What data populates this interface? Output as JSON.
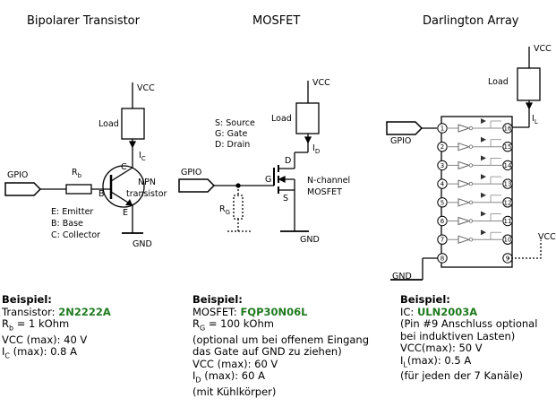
{
  "sections": [
    {
      "title": "Bipolarer Transistor",
      "labels": {
        "vcc": "VCC",
        "load": "Load",
        "gpio": "GPIO",
        "gnd": "GND",
        "rb": "R",
        "rb_sub": "b",
        "ic": "I",
        "ic_sub": "C",
        "pin_b": "B",
        "pin_c": "C",
        "pin_e": "E",
        "type1": "NPN",
        "type2": "transistor"
      },
      "legend": [
        "E: Emitter",
        "B: Base",
        "C: Collector"
      ],
      "desc": {
        "heading": "Beispiel:",
        "part_label": "Transistor: ",
        "part": "2N2222A",
        "lines": [
          "R|b| = 1 kOhm",
          "VCC (max): 40 V",
          "I|C| (max): 0.8 A"
        ]
      }
    },
    {
      "title": "MOSFET",
      "labels": {
        "vcc": "VCC",
        "load": "Load",
        "gpio": "GPIO",
        "gnd": "GND",
        "rg": "R",
        "rg_sub": "G",
        "id": "I",
        "id_sub": "D",
        "pin_d": "D",
        "pin_g": "G",
        "pin_s": "S",
        "type1": "N-channel",
        "type2": "MOSFET"
      },
      "legend": [
        "S: Source",
        "G: Gate",
        "D: Drain"
      ],
      "desc": {
        "heading": "Beispiel:",
        "part_label": "MOSFET: ",
        "part": "FQP30N06L",
        "lines": [
          "R|G| = 100 kOhm",
          "(optional um bei offenem Eingang das Gate auf GND zu ziehen)",
          "VCC (max): 60 V",
          "I|D| (max): 60 A",
          "(mit Kühlkörper)"
        ]
      }
    },
    {
      "title": "Darlington Array",
      "labels": {
        "vcc": "VCC",
        "vcc2": "VCC",
        "load": "Load",
        "gpio": "GPIO",
        "gnd": "GND",
        "il": "I",
        "il_sub": "L"
      },
      "pins_left": [
        "1",
        "2",
        "3",
        "4",
        "5",
        "6",
        "7",
        "8"
      ],
      "pins_right": [
        "16",
        "15",
        "14",
        "13",
        "12",
        "11",
        "10",
        "9"
      ],
      "desc": {
        "heading": "Beispiel:",
        "part_label": "IC: ",
        "part": "ULN2003A",
        "lines": [
          "(Pin #9 Anschluss optional",
          "bei induktiven Lasten)",
          "VCC(max): 50 V",
          "I|L|(max): 0.5 A",
          "(für jeden der 7 Kanäle)"
        ]
      }
    }
  ]
}
